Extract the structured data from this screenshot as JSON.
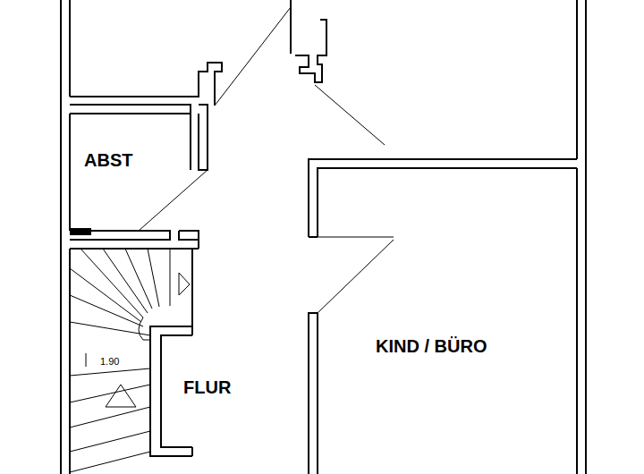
{
  "diagram": {
    "labels": [
      "ABST",
      "KIND / BÜRO",
      "1.90",
      "FLUR"
    ]
  }
}
